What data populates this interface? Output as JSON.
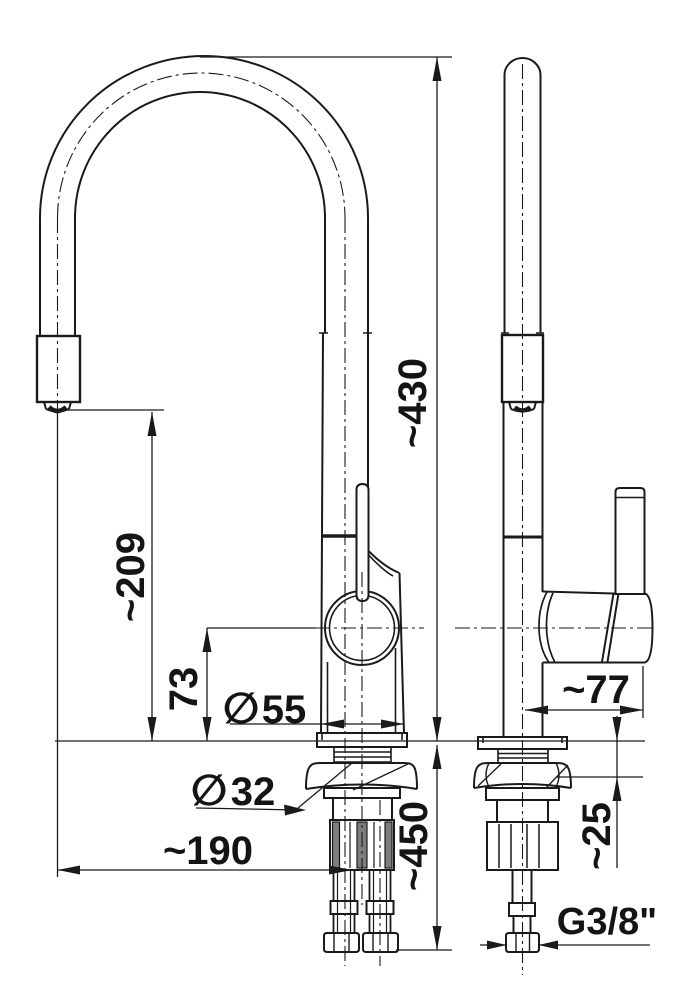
{
  "drawing": {
    "type": "technical-dimension-drawing",
    "subject": "kitchen faucet, front and side orthographic views",
    "colors": {
      "background": "#ffffff",
      "line": "#1a1a1a",
      "knurl_fill": "#7d7d7d"
    },
    "labels": {
      "total_height": "~430",
      "spout_outlet_height": "~209",
      "valve_center_height": "73",
      "base_diameter_symbol": "∅",
      "base_diameter_value": "55",
      "hole_diameter_symbol": "∅",
      "hole_diameter_value": "32",
      "spout_reach": "~190",
      "hose_length": "~450",
      "handle_projection": "~77",
      "deck_thickness": "~25",
      "thread_size": "G3/8\""
    }
  }
}
